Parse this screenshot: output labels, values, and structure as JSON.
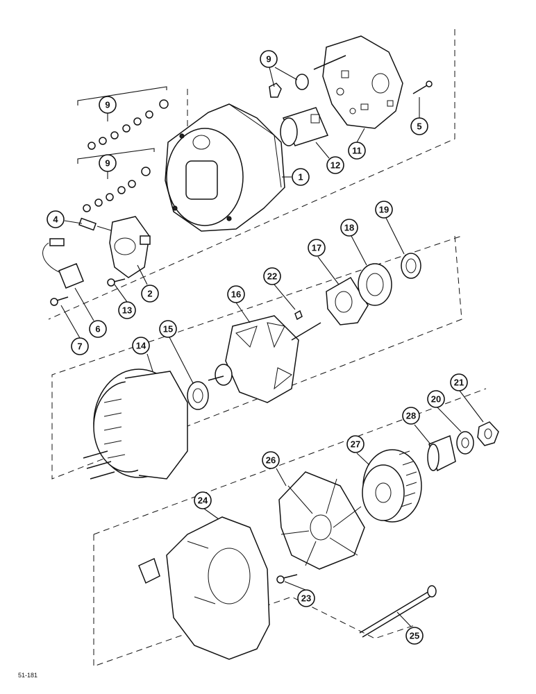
{
  "figure_ref": "51-181",
  "callouts": [
    {
      "id": "c1",
      "label": "1"
    },
    {
      "id": "c2",
      "label": "2"
    },
    {
      "id": "c4",
      "label": "4"
    },
    {
      "id": "c5",
      "label": "5"
    },
    {
      "id": "c6",
      "label": "6"
    },
    {
      "id": "c7",
      "label": "7"
    },
    {
      "id": "c9a",
      "label": "9"
    },
    {
      "id": "c9b",
      "label": "9"
    },
    {
      "id": "c9c",
      "label": "9"
    },
    {
      "id": "c11",
      "label": "11"
    },
    {
      "id": "c12",
      "label": "12"
    },
    {
      "id": "c13",
      "label": "13"
    },
    {
      "id": "c14",
      "label": "14"
    },
    {
      "id": "c15",
      "label": "15"
    },
    {
      "id": "c16",
      "label": "16"
    },
    {
      "id": "c17",
      "label": "17"
    },
    {
      "id": "c18",
      "label": "18"
    },
    {
      "id": "c19",
      "label": "19"
    },
    {
      "id": "c20",
      "label": "20"
    },
    {
      "id": "c21",
      "label": "21"
    },
    {
      "id": "c22",
      "label": "22"
    },
    {
      "id": "c23",
      "label": "23"
    },
    {
      "id": "c24",
      "label": "24"
    },
    {
      "id": "c25",
      "label": "25"
    },
    {
      "id": "c26",
      "label": "26"
    },
    {
      "id": "c27",
      "label": "27"
    },
    {
      "id": "c28",
      "label": "28"
    }
  ]
}
